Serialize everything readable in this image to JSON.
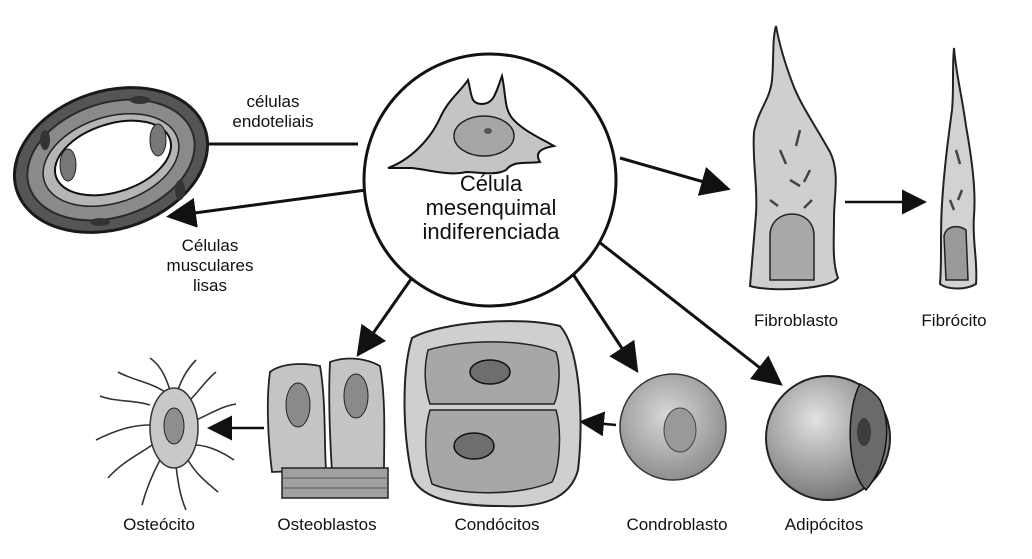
{
  "labels": {
    "center": [
      "Célula",
      "mesenquimal",
      "indiferenciada"
    ],
    "endothelial": [
      "células",
      "endoteliais"
    ],
    "smooth_muscle": [
      "Células",
      "musculares",
      "lisas"
    ],
    "fibroblast": "Fibroblasto",
    "fibrocyte": "Fibrócito",
    "osteocyte": "Osteócito",
    "osteoblasts": "Osteoblastos",
    "chondrocytes": "Condócitos",
    "chondroblast": "Condroblasto",
    "adipocytes": "Adipócitos"
  },
  "colors": {
    "ink": "#111111",
    "cell_fill": "#c9c9c9",
    "dark_cell": "#6e6e6e",
    "nucleus": "#9a9a9a",
    "background": "#ffffff"
  }
}
